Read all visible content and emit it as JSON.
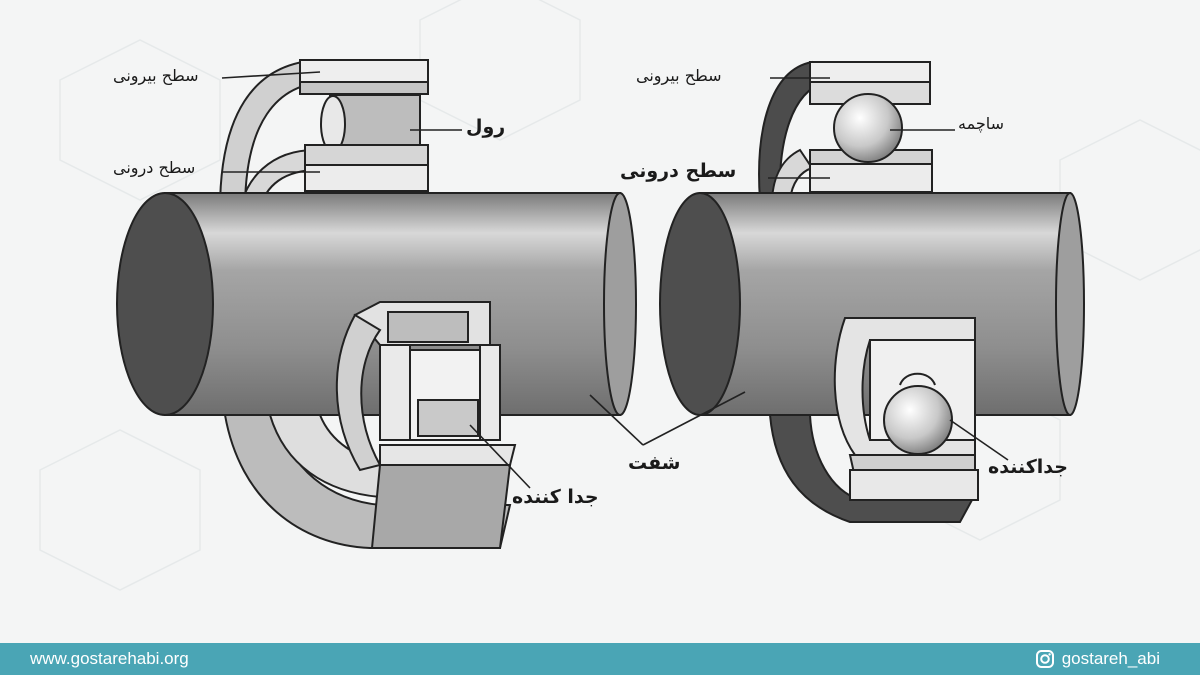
{
  "labels": {
    "left_outer_surface": "سطح بیرونی",
    "left_inner_surface": "سطح درونی",
    "left_roller": "رول",
    "left_separator": "جدا کننده",
    "shaft": "شفت",
    "right_outer_surface": "سطح بیرونی",
    "right_ball": "ساچمه",
    "right_inner_surface": "سطح درونی",
    "right_separator": "جداکننده"
  },
  "footer": {
    "website": "www.gostarehabi.org",
    "instagram_handle": "gostareh_abi",
    "instagram_icon": "instagram-icon",
    "bar_color": "#4aa5b5"
  }
}
